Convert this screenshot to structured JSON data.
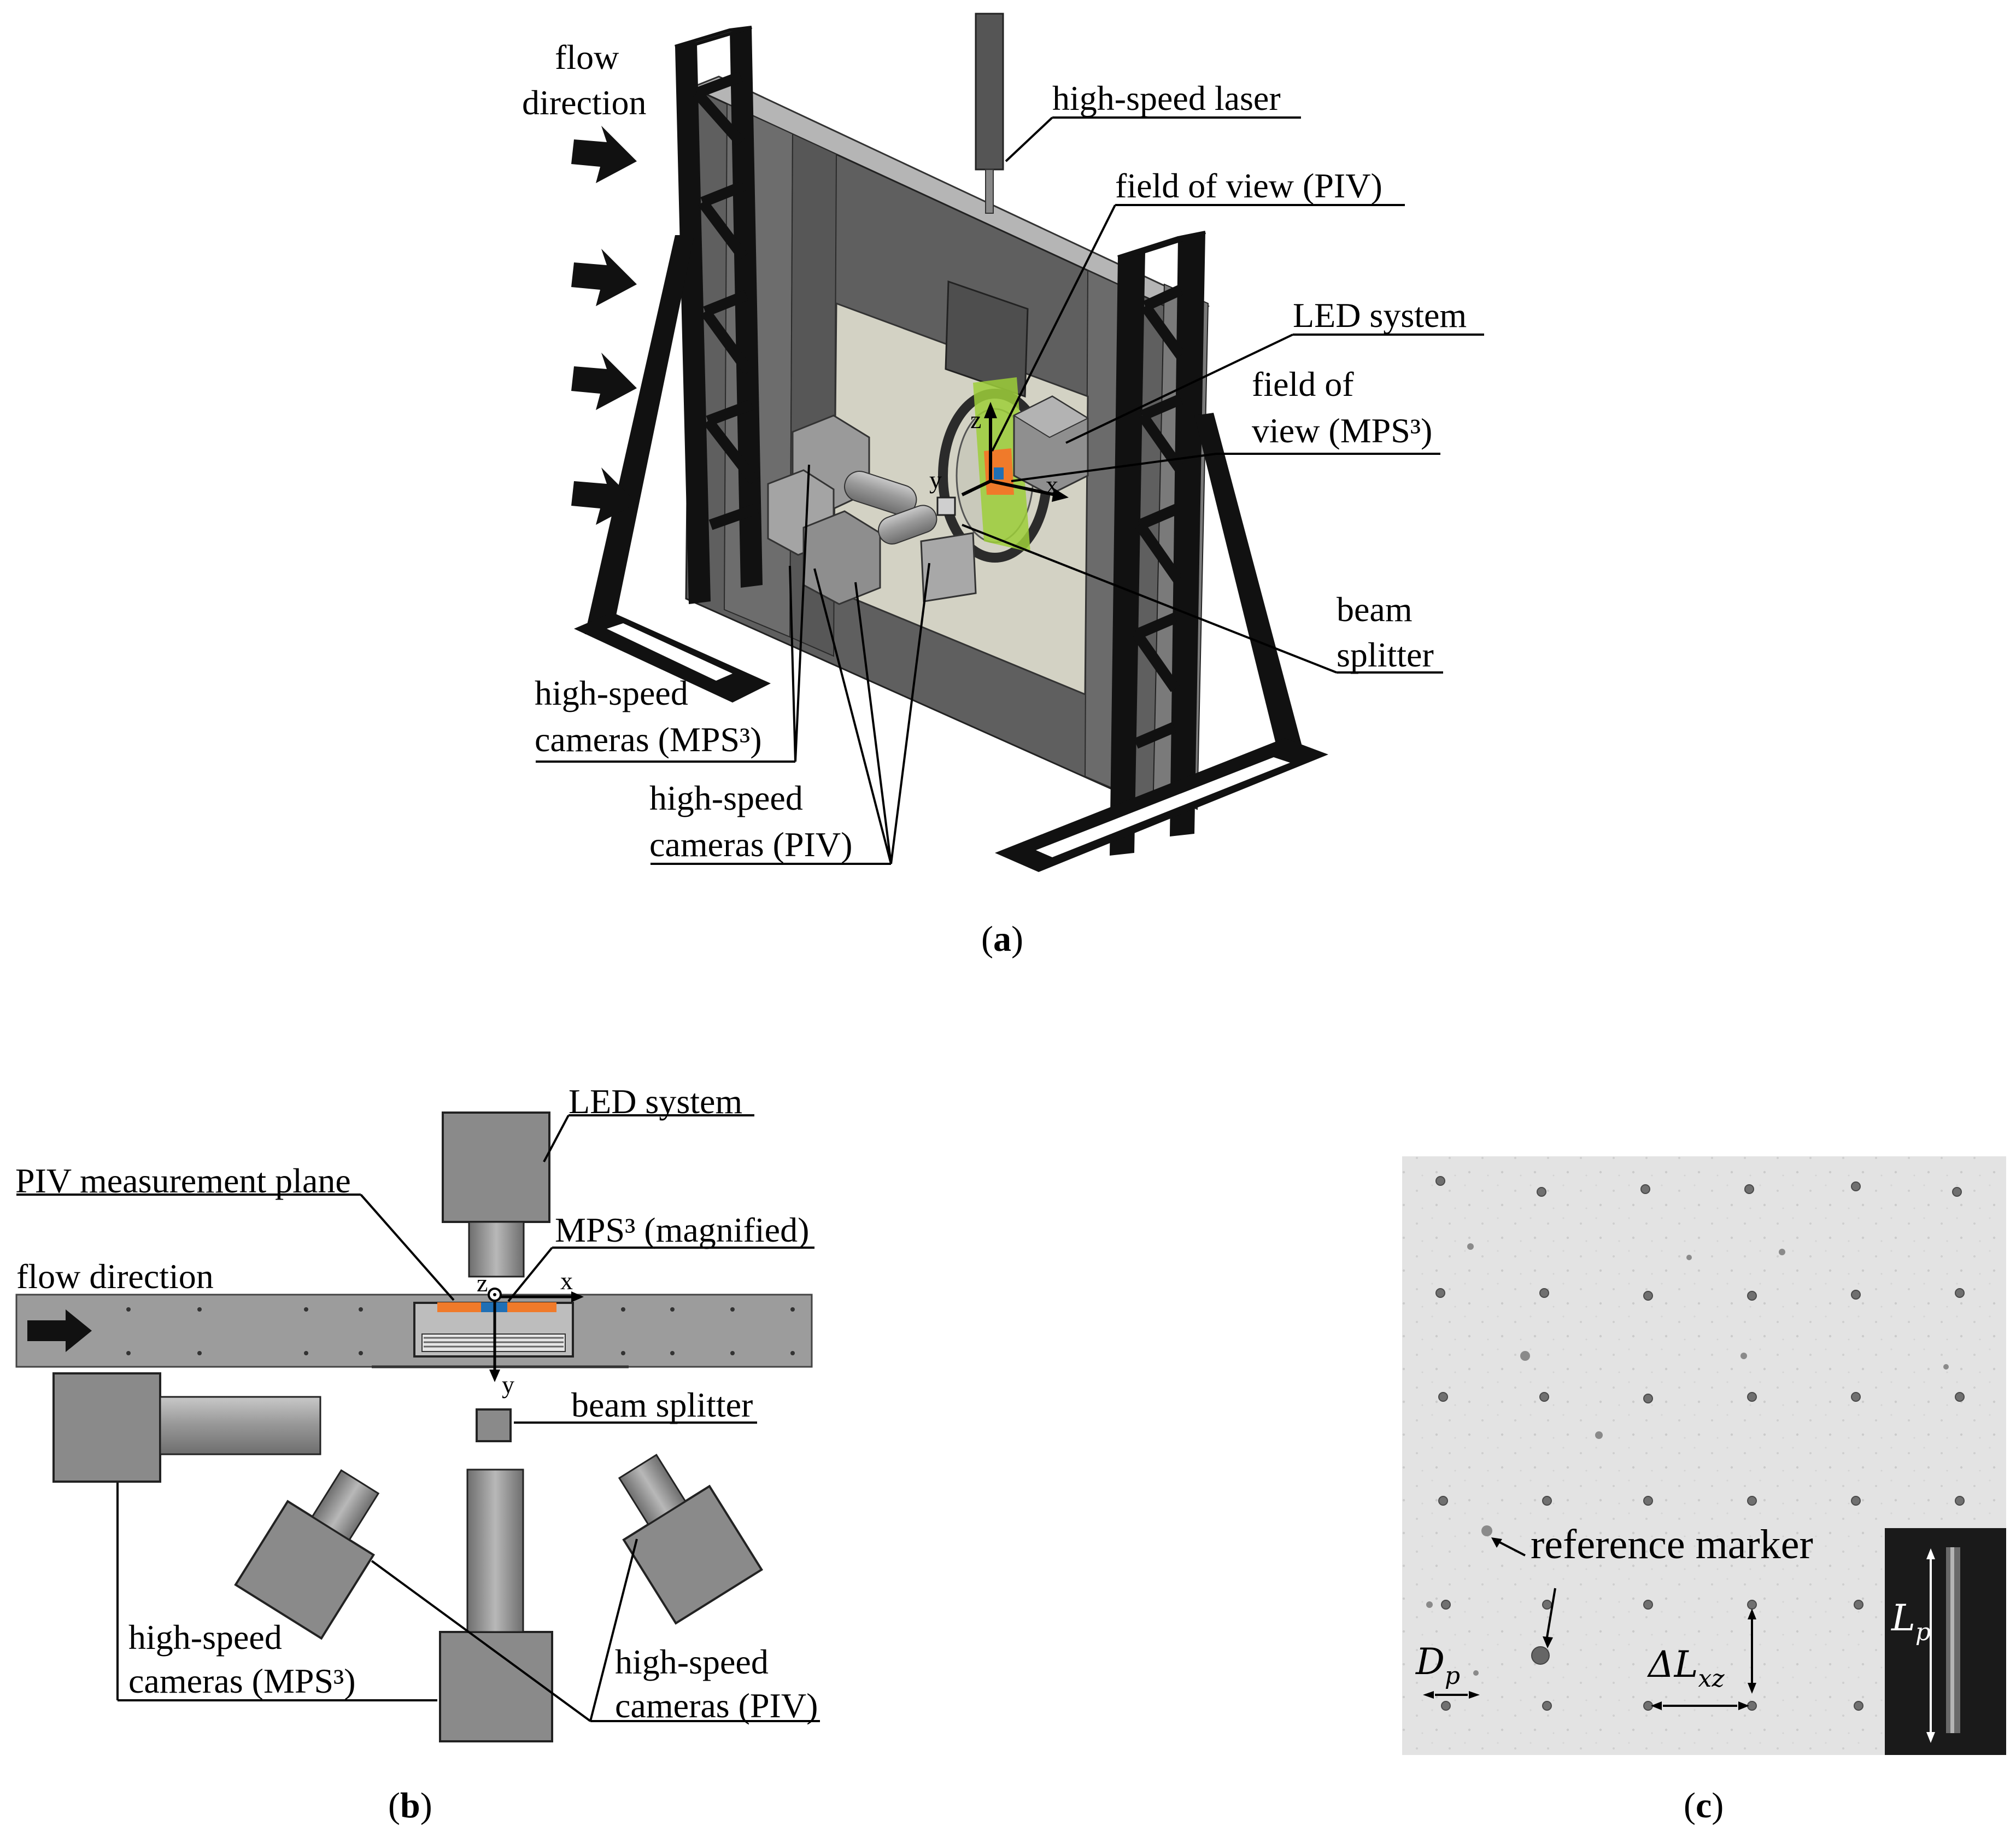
{
  "panel_a": {
    "caption": "a",
    "labels": {
      "flow_direction_1": "flow",
      "flow_direction_2": "direction",
      "high_speed_laser": "high-speed laser",
      "fov_piv": "field of view (PIV)",
      "led_system": "LED system",
      "fov_mps_1": "field of",
      "fov_mps_2": "view (MPS³)",
      "beam_splitter_1": "beam",
      "beam_splitter_2": "splitter",
      "cams_mps_1": "high-speed",
      "cams_mps_2": "cameras (MPS³)",
      "cams_piv_1": "high-speed",
      "cams_piv_2": "cameras (PIV)",
      "axis_x": "x",
      "axis_y": "y",
      "axis_z": "z"
    },
    "colors": {
      "piv_plane": "#9ecf3a",
      "mps_region": "#f07a2a",
      "frame": "#111111",
      "wall": "#5c5c5c"
    }
  },
  "panel_b": {
    "caption": "b",
    "labels": {
      "led_system": "LED system",
      "piv_plane": "PIV measurement plane",
      "mps_magnified": "MPS³ (magnified)",
      "flow_direction": "flow direction",
      "beam_splitter": "beam splitter",
      "cams_mps_1": "high-speed",
      "cams_mps_2": "cameras (MPS³)",
      "cams_piv_1": "high-speed",
      "cams_piv_2": "cameras (PIV)",
      "axis_x": "x",
      "axis_y": "y",
      "axis_z": "z"
    },
    "colors": {
      "piv_plane": "#f07a2a",
      "mps_region": "#1f6fb5",
      "body": "#8a8a8a"
    }
  },
  "panel_c": {
    "caption": "c",
    "labels": {
      "reference_marker": "reference marker",
      "dp_main": "D",
      "dp_sub": "p",
      "dl_main": "ΔL",
      "dl_sub": "xz",
      "lp_main": "L",
      "lp_sub": "p"
    }
  }
}
